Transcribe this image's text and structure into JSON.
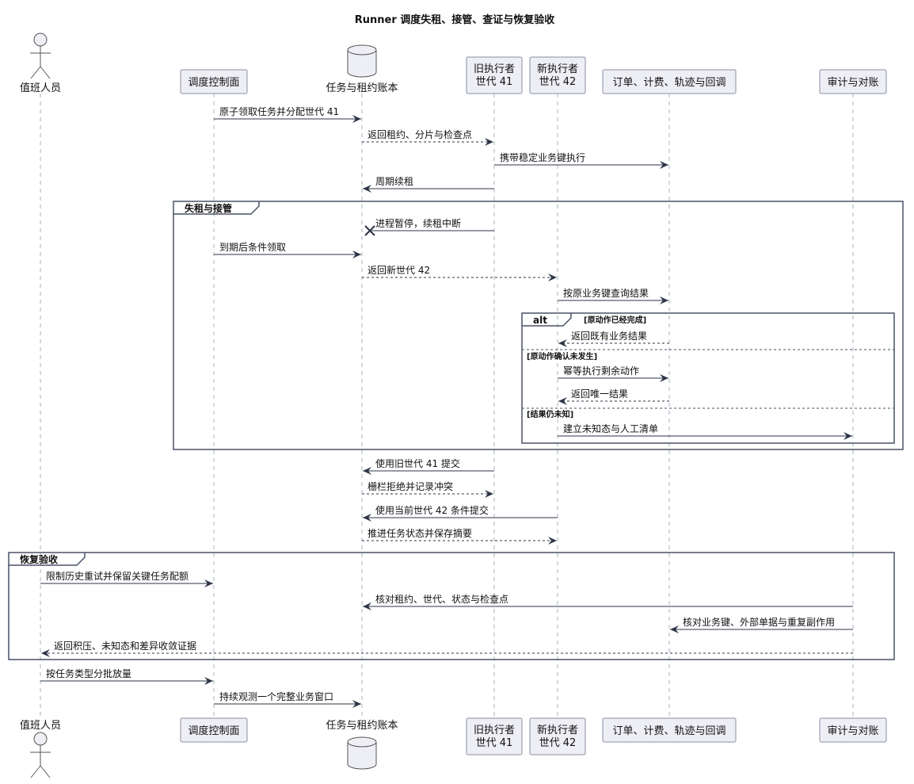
{
  "title": "Runner 调度失租、接管、查证与恢复验收",
  "participants": [
    {
      "id": "oncall",
      "type": "actor",
      "label": "值班人员"
    },
    {
      "id": "sched",
      "type": "box",
      "label": "调度控制面"
    },
    {
      "id": "ledger",
      "type": "database",
      "label": "任务与租约账本"
    },
    {
      "id": "old",
      "type": "box",
      "label": "旧执行者\n世代 41"
    },
    {
      "id": "new",
      "type": "box",
      "label": "新执行者\n世代 42"
    },
    {
      "id": "biz",
      "type": "box",
      "label": "订单、计费、轨迹与回调"
    },
    {
      "id": "audit",
      "type": "box",
      "label": "审计与对账"
    }
  ],
  "messages": [
    {
      "from": "sched",
      "to": "ledger",
      "label": "原子领取任务并分配世代 41",
      "style": "solid"
    },
    {
      "from": "ledger",
      "to": "old",
      "label": "返回租约、分片与检查点",
      "style": "dashed"
    },
    {
      "from": "old",
      "to": "biz",
      "label": "携带稳定业务键执行",
      "style": "solid"
    },
    {
      "from": "old",
      "to": "ledger",
      "label": "周期续租",
      "style": "solid"
    },
    {
      "from": "old",
      "to": "ledger",
      "label": "进程暂停，续租中断",
      "style": "lost"
    },
    {
      "from": "sched",
      "to": "ledger",
      "label": "到期后条件领取",
      "style": "solid"
    },
    {
      "from": "ledger",
      "to": "new",
      "label": "返回新世代 42",
      "style": "dashed"
    },
    {
      "from": "new",
      "to": "biz",
      "label": "按原业务键查询结果",
      "style": "solid"
    },
    {
      "from": "biz",
      "to": "new",
      "label": "返回既有业务结果",
      "style": "dashed"
    },
    {
      "from": "new",
      "to": "biz",
      "label": "幂等执行剩余动作",
      "style": "solid"
    },
    {
      "from": "biz",
      "to": "new",
      "label": "返回唯一结果",
      "style": "dashed"
    },
    {
      "from": "new",
      "to": "audit",
      "label": "建立未知态与人工清单",
      "style": "solid"
    },
    {
      "from": "old",
      "to": "ledger",
      "label": "使用旧世代 41 提交",
      "style": "solid"
    },
    {
      "from": "ledger",
      "to": "old",
      "label": "栅栏拒绝并记录冲突",
      "style": "dashed"
    },
    {
      "from": "new",
      "to": "ledger",
      "label": "使用当前世代 42 条件提交",
      "style": "solid"
    },
    {
      "from": "ledger",
      "to": "new",
      "label": "推进任务状态并保存摘要",
      "style": "dashed"
    },
    {
      "from": "oncall",
      "to": "sched",
      "label": "限制历史重试并保留关键任务配额",
      "style": "solid"
    },
    {
      "from": "audit",
      "to": "ledger",
      "label": "核对租约、世代、状态与检查点",
      "style": "solid"
    },
    {
      "from": "audit",
      "to": "biz",
      "label": "核对业务键、外部单据与重复副作用",
      "style": "solid"
    },
    {
      "from": "audit",
      "to": "oncall",
      "label": "返回积压、未知态和差异收敛证据",
      "style": "dashed"
    },
    {
      "from": "oncall",
      "to": "sched",
      "label": "按任务类型分批放量",
      "style": "solid"
    },
    {
      "from": "sched",
      "to": "ledger",
      "label": "持续观测一个完整业务窗口",
      "style": "solid"
    }
  ],
  "groups": [
    {
      "id": "g1",
      "label": "失租与接管"
    },
    {
      "id": "g2",
      "label": "alt",
      "sections": [
        "[原动作已经完成]",
        "[原动作确认未发生]",
        "[结果仍未知]"
      ]
    },
    {
      "id": "g3",
      "label": "恢复验收"
    }
  ],
  "colors": {
    "line": "#181818",
    "box_fill": "#eeeef5",
    "box_stroke": "#8a8fa3",
    "lifeline": "#aab0bd",
    "arrow": "#2d3547",
    "frame": "#4a5169"
  }
}
